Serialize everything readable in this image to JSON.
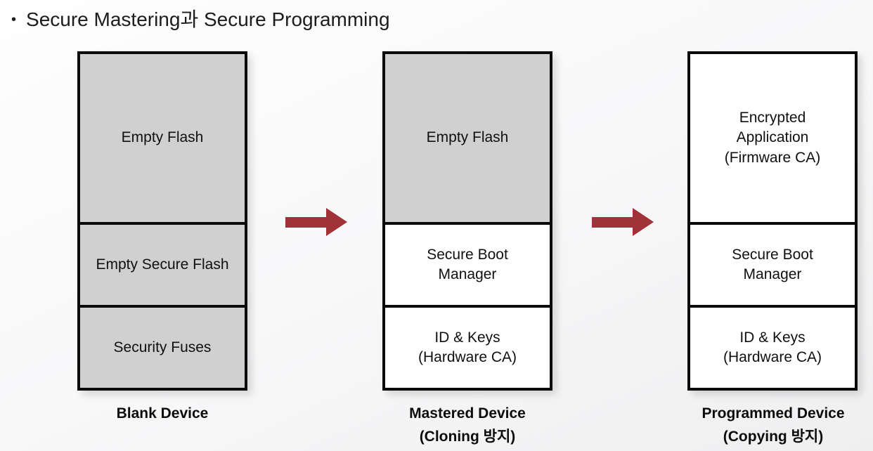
{
  "title": {
    "bullet": "•",
    "text": "Secure Mastering과 Secure Programming"
  },
  "colors": {
    "arrow": "#A13239",
    "box_gray": "#D0D0D0",
    "box_white": "#FFFFFF",
    "border": "#0B0B0B"
  },
  "devices": [
    {
      "caption": {
        "line1": "Blank Device",
        "line2": ""
      },
      "sections": [
        {
          "label": "Empty Flash",
          "fill": "#D0D0D0"
        },
        {
          "label": "Empty Secure Flash",
          "fill": "#D0D0D0"
        },
        {
          "label": "Security Fuses",
          "fill": "#D0D0D0"
        }
      ]
    },
    {
      "caption": {
        "line1": "Mastered Device",
        "line2": "(Cloning 방지)"
      },
      "sections": [
        {
          "label": "Empty Flash",
          "fill": "#D0D0D0"
        },
        {
          "label": "Secure Boot\nManager",
          "fill": "#FFFFFF"
        },
        {
          "label": "ID & Keys\n(Hardware CA)",
          "fill": "#FFFFFF"
        }
      ]
    },
    {
      "caption": {
        "line1": "Programmed Device",
        "line2": "(Copying 방지)"
      },
      "sections": [
        {
          "label": "Encrypted\nApplication\n(Firmware CA)",
          "fill": "#FFFFFF"
        },
        {
          "label": "Secure Boot\nManager",
          "fill": "#FFFFFF"
        },
        {
          "label": "ID & Keys\n(Hardware CA)",
          "fill": "#FFFFFF"
        }
      ]
    }
  ]
}
